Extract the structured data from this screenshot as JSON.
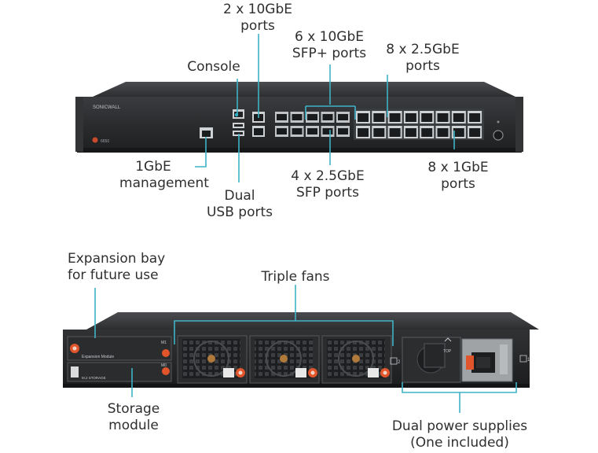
{
  "labels": {
    "two_10gbe_ports": [
      "2 x 10GbE",
      "ports"
    ],
    "six_10gbe_sfp": [
      "6 x 10GbE",
      "SFP+ ports"
    ],
    "eight_2_5gbe": [
      "8 x 2.5GbE",
      "ports"
    ],
    "console": [
      "Console"
    ],
    "mgmt_1gbe": [
      "1GbE",
      "management"
    ],
    "dual_usb": [
      "Dual",
      "USB ports"
    ],
    "four_2_5gbe_sfp": [
      "4 x 2.5GbE",
      "SFP ports"
    ],
    "eight_1gbe": [
      "8 x 1GbE",
      "ports"
    ],
    "expansion_bay": [
      "Expansion bay",
      "for future use"
    ],
    "triple_fans": [
      "Triple fans"
    ],
    "storage_module": [
      "Storage",
      "module"
    ],
    "dual_power": [
      "Dual power supplies",
      "(One included)"
    ]
  },
  "device_text": {
    "brand": "SONICWALL",
    "model": "6650",
    "expansion_module": "Expansion Module",
    "storage_slot": "M.2 STORAGE",
    "slot_m1": "M1",
    "slot_m0": "M0",
    "psu_top": "TOP",
    "fan_number": "2",
    "psu_number": "1"
  },
  "colors": {
    "callout": "#3fb3c7",
    "chassis": "#2b2d2f",
    "chassis_edge": "#1a1b1c",
    "label_text": "#2f2f2f",
    "handle_orange": "#e0552b"
  }
}
